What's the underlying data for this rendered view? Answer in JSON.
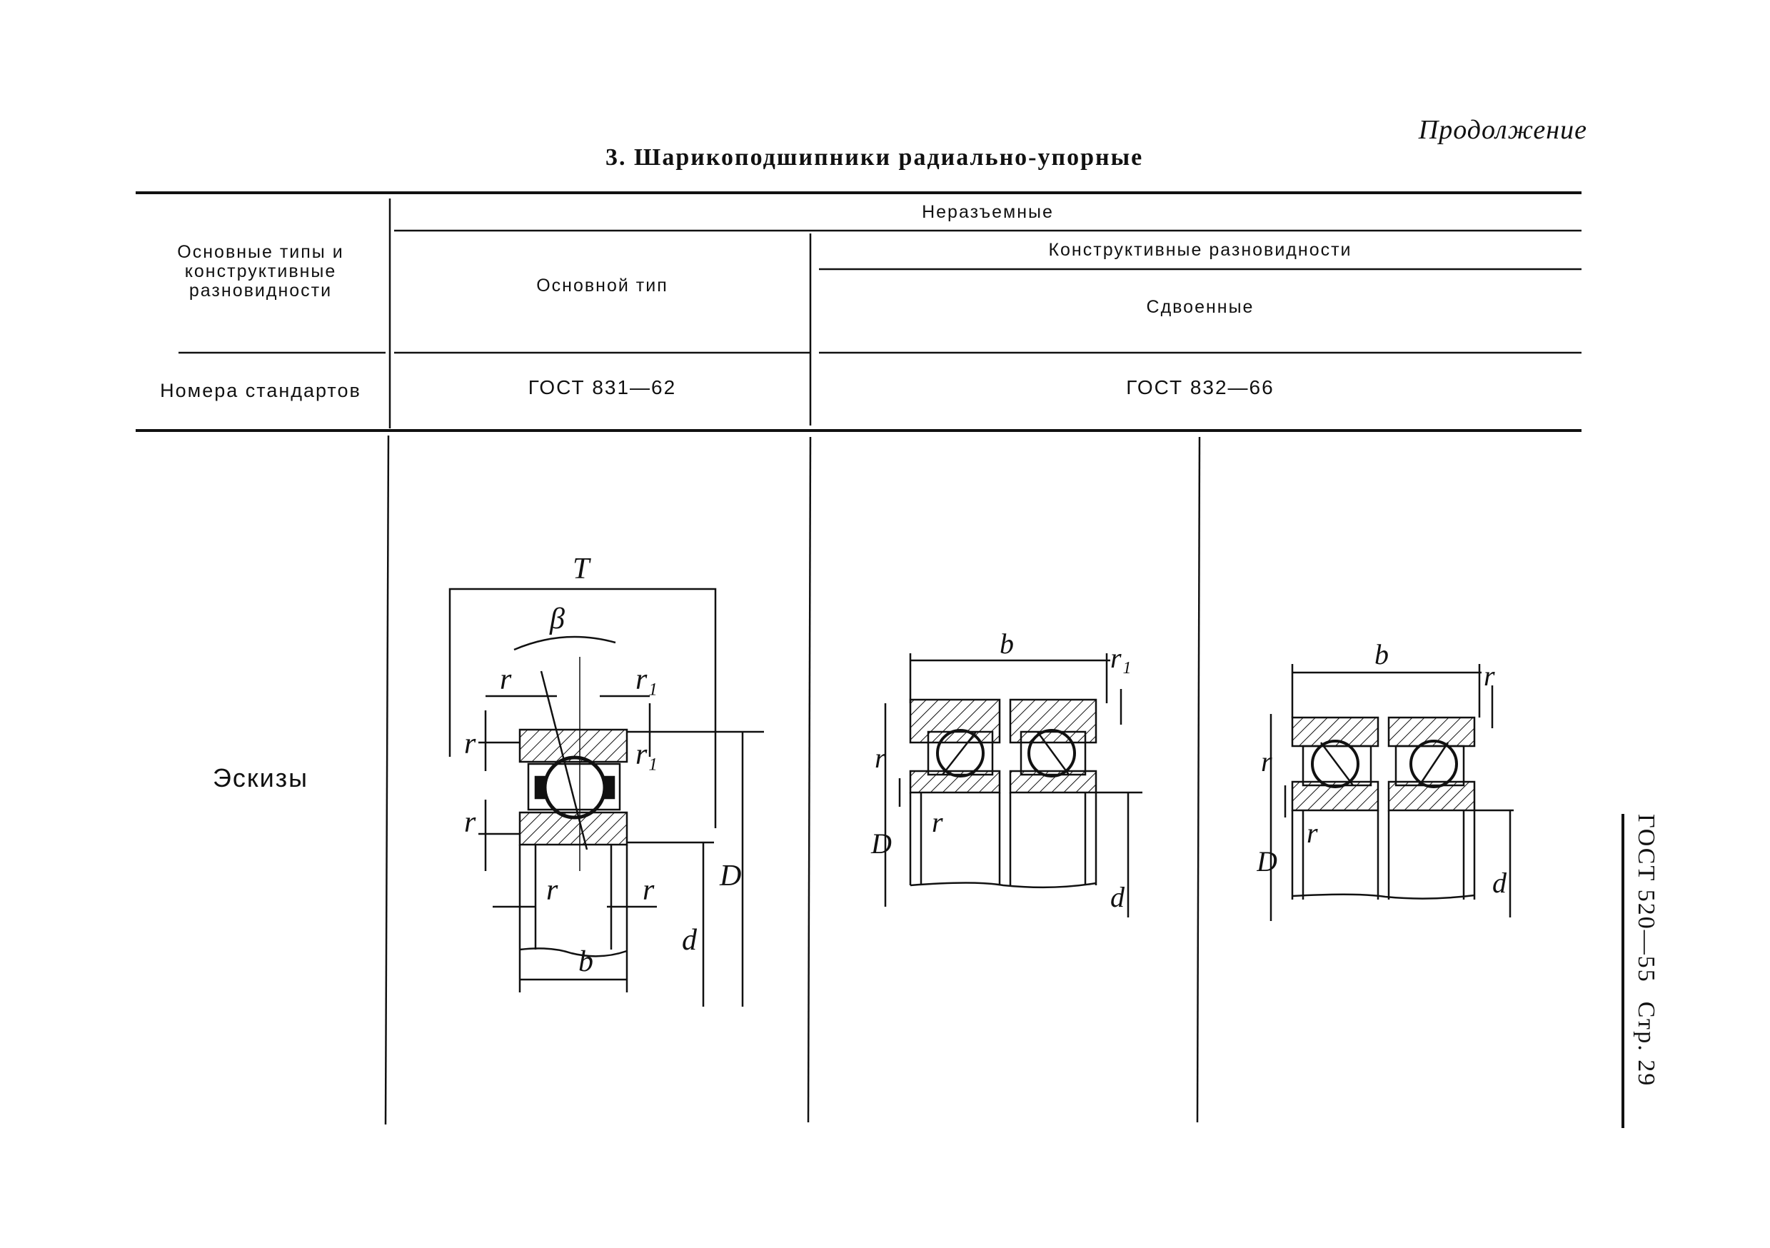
{
  "page": {
    "continued_label": "Продолжение",
    "section_title": "3.  Шарикоподшипники  радиально-упорные",
    "side_label": {
      "doc": "ГОСТ 520—55",
      "page": "Стр. 29"
    }
  },
  "table": {
    "row_header_label": "Основные типы и конструктивные разновидности",
    "group_header": "Неразъемные",
    "basic_type_header": "Основной  тип",
    "variants_header": "Конструктивные  разновидности",
    "paired_header": "Сдвоенные",
    "standards_row_label": "Номера  стандартов",
    "standard_basic": "ГОСТ  831—62",
    "standard_paired": "ГОСТ  832—66",
    "sketches_row_label": "Эскизы"
  },
  "sketch_labels": {
    "T": "T",
    "beta": "β",
    "r": "r",
    "r1": "r₁",
    "b": "b",
    "D": "D",
    "d": "d"
  }
}
